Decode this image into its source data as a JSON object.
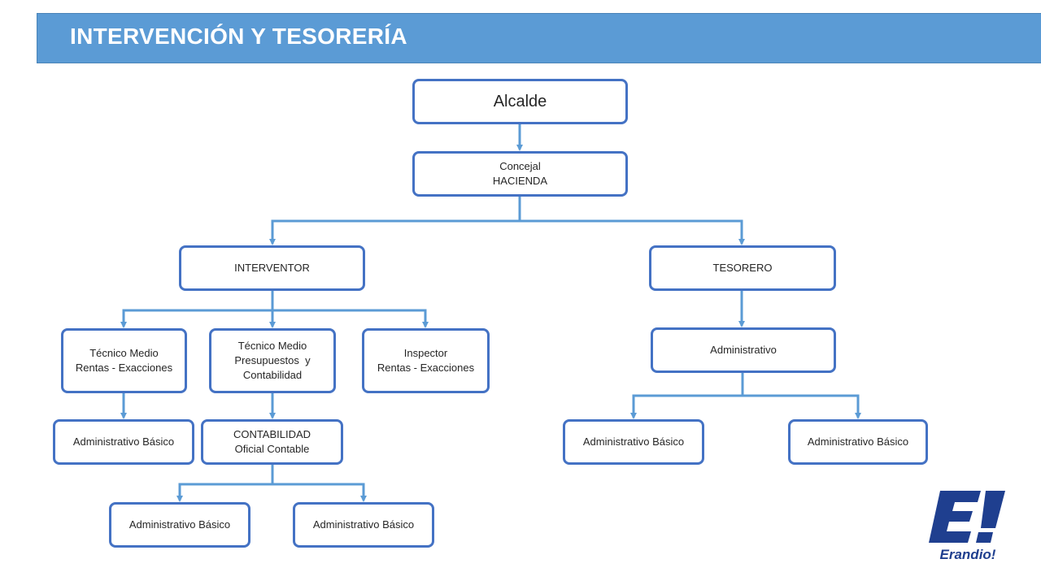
{
  "header": {
    "title": "INTERVENCIÓN Y TESORERÍA"
  },
  "nodes": {
    "alcalde": {
      "label": "Alcalde"
    },
    "concejal": {
      "line1": "Concejal",
      "line2": "HACIENDA"
    },
    "interventor": {
      "label": "INTERVENTOR"
    },
    "tesorero": {
      "label": "TESORERO"
    },
    "tecnico_rentas": {
      "line1": "Técnico Medio",
      "line2": "Rentas - Exacciones"
    },
    "tecnico_presupuestos": {
      "line1": "Técnico Medio",
      "line2": "Presupuestos  y",
      "line3": "Contabilidad"
    },
    "inspector": {
      "line1": "Inspector",
      "line2": "Rentas - Exacciones"
    },
    "administrativo": {
      "label": "Administrativo"
    },
    "admin_basico_1": {
      "label": "Administrativo Básico"
    },
    "contabilidad": {
      "line1": "CONTABILIDAD",
      "line2": "Oficial Contable"
    },
    "admin_basico_2": {
      "label": "Administrativo Básico"
    },
    "admin_basico_3": {
      "label": "Administrativo Básico"
    },
    "admin_basico_4": {
      "label": "Administrativo Básico"
    },
    "admin_basico_5": {
      "label": "Administrativo Básico"
    }
  },
  "logo": {
    "mark": "E!",
    "text": "Erandio!"
  },
  "colors": {
    "header": "#5b9bd5",
    "node_border": "#4472c4",
    "connector": "#5b9bd5",
    "logo": "#1f3f8f"
  }
}
